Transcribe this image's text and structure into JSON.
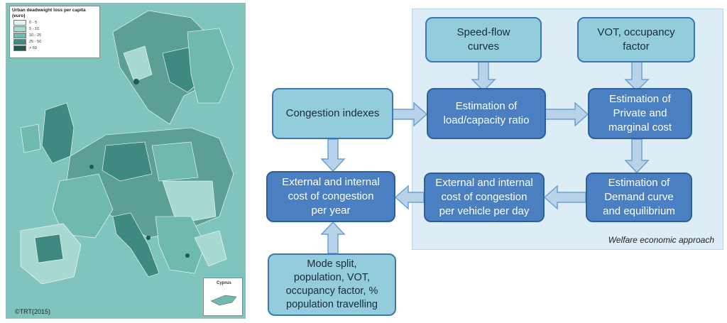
{
  "map": {
    "legend_title": "Urban deadweight loss per capita (euro)",
    "legend_items": [
      {
        "label": "0 - 5",
        "color": "#dff3ef"
      },
      {
        "label": "5 - 10",
        "color": "#a8d9d1"
      },
      {
        "label": "10 - 25",
        "color": "#6fb9ae"
      },
      {
        "label": "25 - 50",
        "color": "#3f8a80"
      },
      {
        "label": "> 50",
        "color": "#1f5a53"
      }
    ],
    "inset_label": "Cyprus",
    "copyright": "©TRT(2015)"
  },
  "diagram": {
    "panel_caption": "Welfare economic approach",
    "boxes": {
      "speed_flow": "Speed-flow\ncurves",
      "vot_occupancy": "VOT, occupancy\nfactor",
      "congestion_indexes": "Congestion indexes",
      "load_capacity": "Estimation of\nload/capacity ratio",
      "private_marginal": "Estimation of\nPrivate and\nmarginal cost",
      "cost_per_year": "External and internal\ncost of congestion\nper year",
      "cost_per_vehicle": "External and internal\ncost of congestion\nper vehicle per day",
      "demand_curve": "Estimation of\nDemand curve\nand equilibrium",
      "mode_split": "Mode split,\npopulation, VOT,\noccupancy factor, %\npopulation travelling"
    }
  }
}
